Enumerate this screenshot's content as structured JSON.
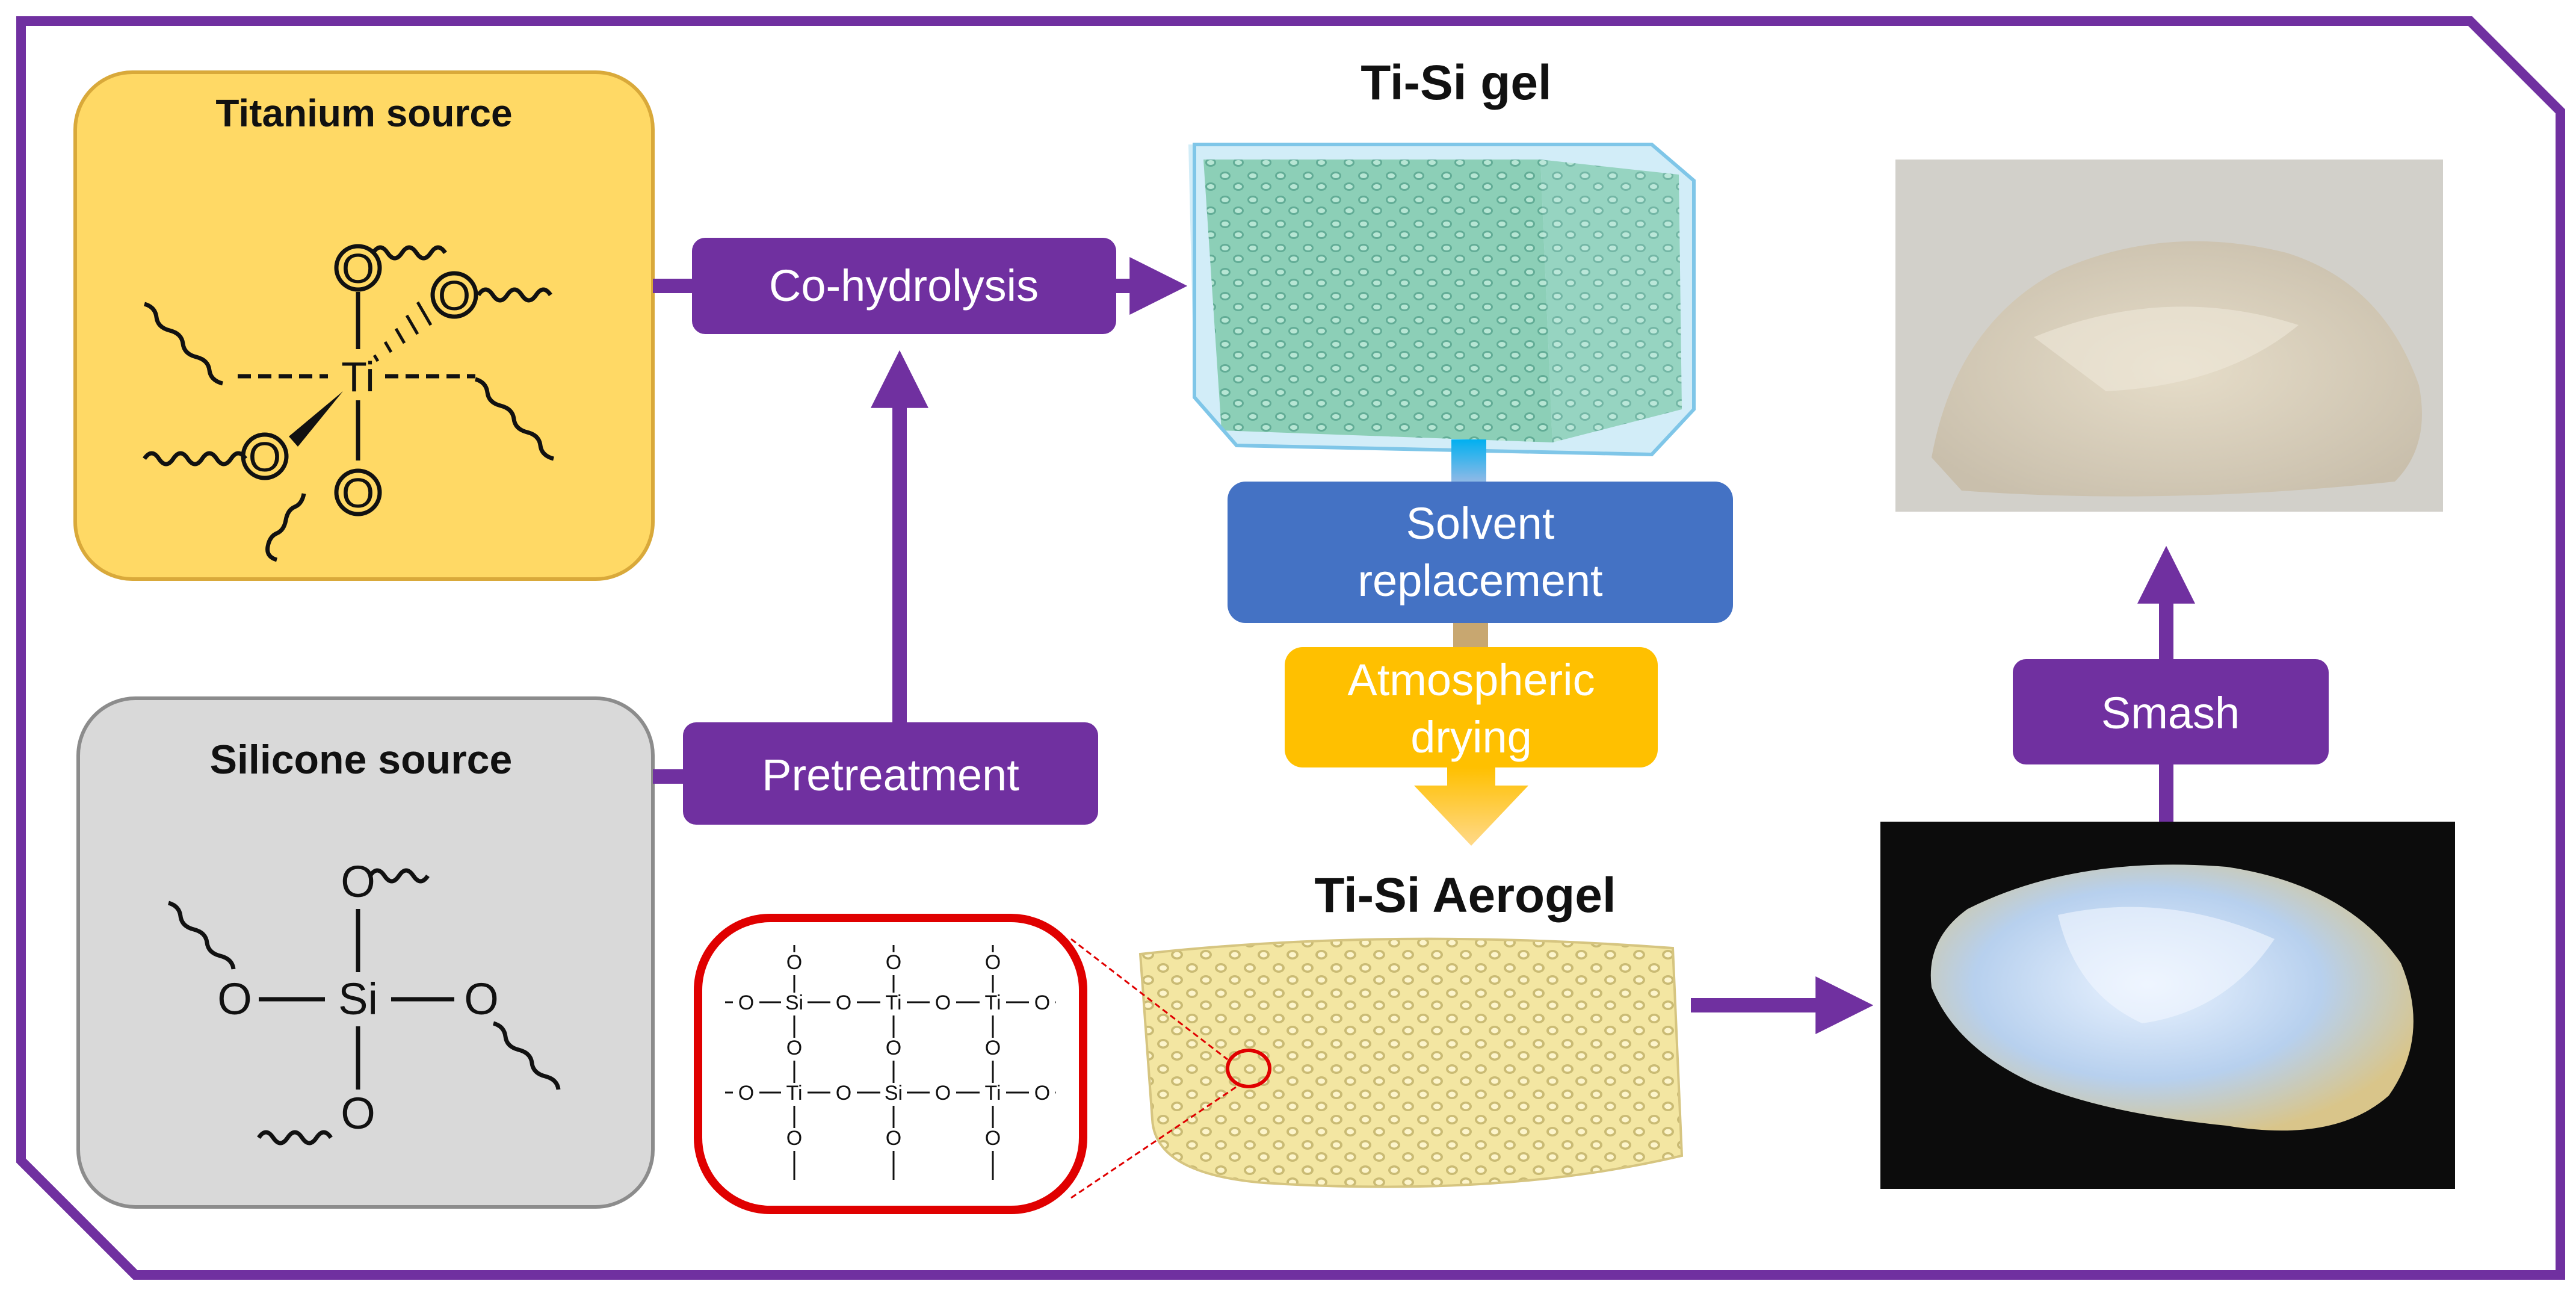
{
  "titanium_source": {
    "title": "Titanium source",
    "center_atom": "Ti",
    "oxygen": "O",
    "fill": "#FFD965"
  },
  "silicone_source": {
    "title": "Silicone source",
    "center_atom": "Si",
    "oxygen": "O",
    "fill": "#D9D9D9"
  },
  "steps": {
    "cohydrolysis": "Co-hydrolysis",
    "pretreatment": "Pretreatment",
    "solvent_line1": "Solvent",
    "solvent_line2": "replacement",
    "drying_line1": "Atmospheric",
    "drying_line2": "drying",
    "smash": "Smash"
  },
  "products": {
    "gel_title": "Ti-Si gel",
    "aerogel_title": "Ti-Si Aerogel"
  },
  "network": {
    "row1": [
      "Si",
      "Ti",
      "Ti"
    ],
    "row2": [
      "Ti",
      "Si",
      "Ti"
    ],
    "oxygen": "O"
  },
  "colors": {
    "frame": "#7030A0",
    "step_purple": "#7030A0",
    "solvent_blue": "#4472C4",
    "drying_gold": "#FFC000",
    "zoom_red": "#E00000"
  }
}
